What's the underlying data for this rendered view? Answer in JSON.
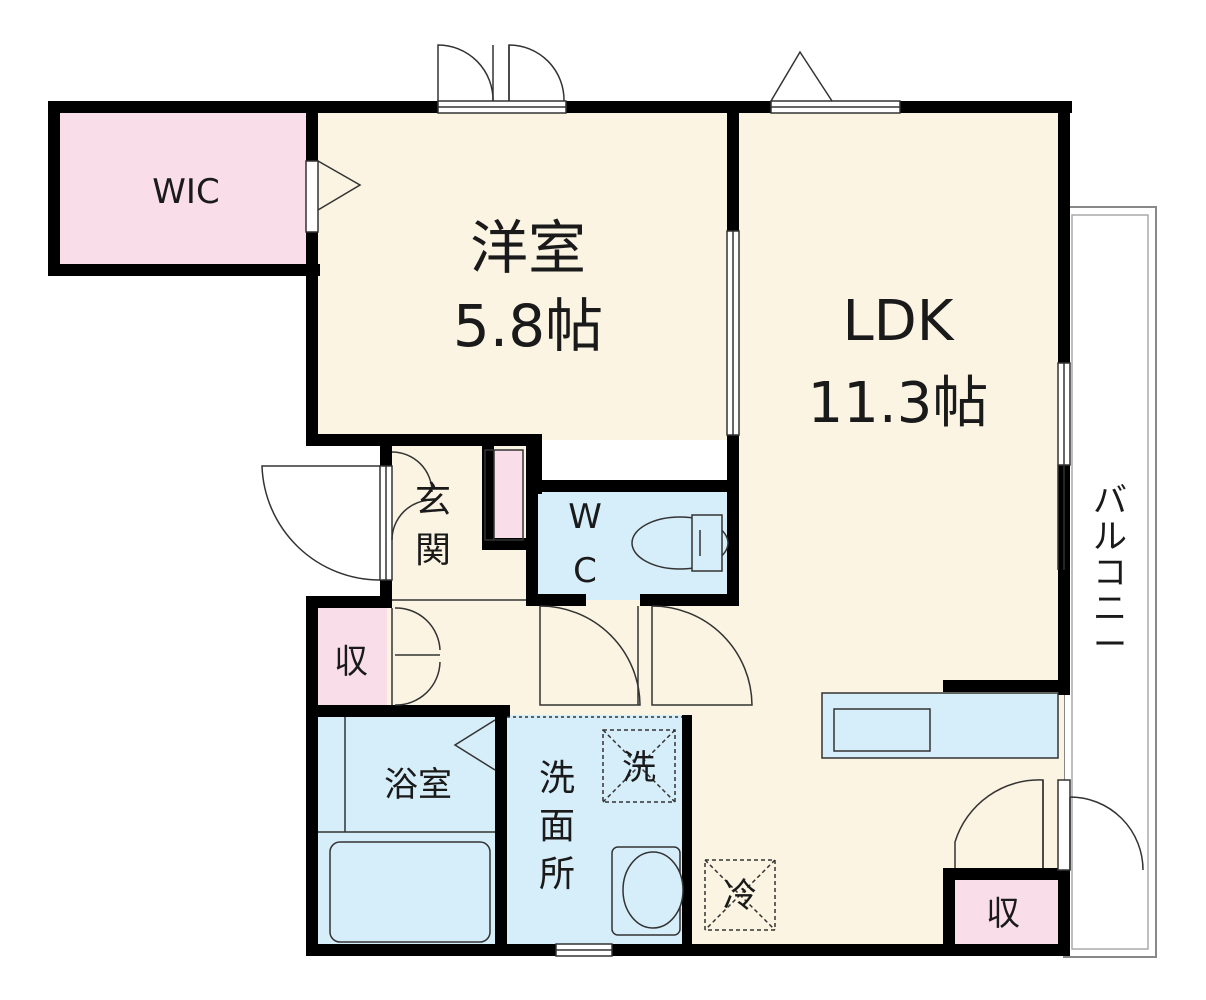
{
  "rooms": {
    "wic": "WIC",
    "bedroom_name": "洋室",
    "bedroom_size": "5.8帖",
    "ldk_name": "LDK",
    "ldk_size": "11.3帖",
    "entrance": "玄関",
    "wc": "WC",
    "storage_left": "収",
    "storage_right": "収",
    "bath": "浴室",
    "washroom": "洗面所",
    "washer": "洗",
    "fridge": "冷",
    "balcony": "バルコニー"
  },
  "colors": {
    "wall": "#000000",
    "living_floor": "#fbf4e2",
    "wet_area": "#d6eefa",
    "storage": "#f9dde9",
    "balcony": "#ffffff"
  }
}
